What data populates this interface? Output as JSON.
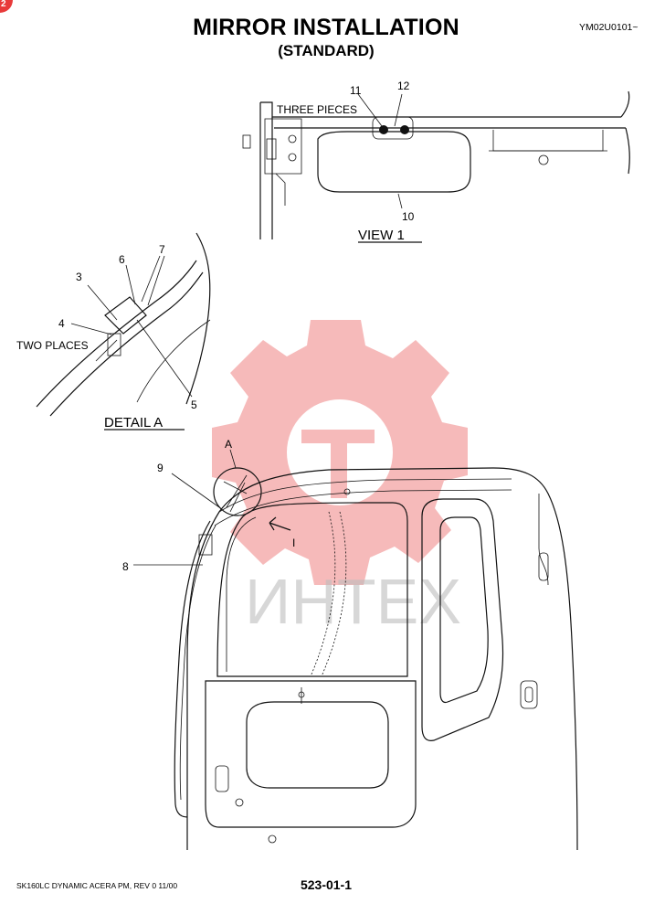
{
  "header": {
    "title": "MIRROR INSTALLATION",
    "subtitle": "(STANDARD)",
    "doc_code": "YM02U0101~"
  },
  "footer": {
    "left": "SK160LC DYNAMIC ACERA PM,  REV 0 11/00",
    "center": "523-01-1"
  },
  "corner_badge": "2",
  "watermark": {
    "text": "ИНТЕХ",
    "color": "#f3a3a3"
  },
  "views": {
    "view1_caption": "VIEW   1",
    "three_pieces": "THREE PIECES",
    "detail_caption": "DETAIL   A",
    "two_places": "TWO PLACES",
    "detail_marker": "A",
    "view_marker": "I"
  },
  "callouts": {
    "c3": "3",
    "c4": "4",
    "c5": "5",
    "c6": "6",
    "c7": "7",
    "c8": "8",
    "c9": "9",
    "c10": "10",
    "c11": "11",
    "c12": "12"
  }
}
